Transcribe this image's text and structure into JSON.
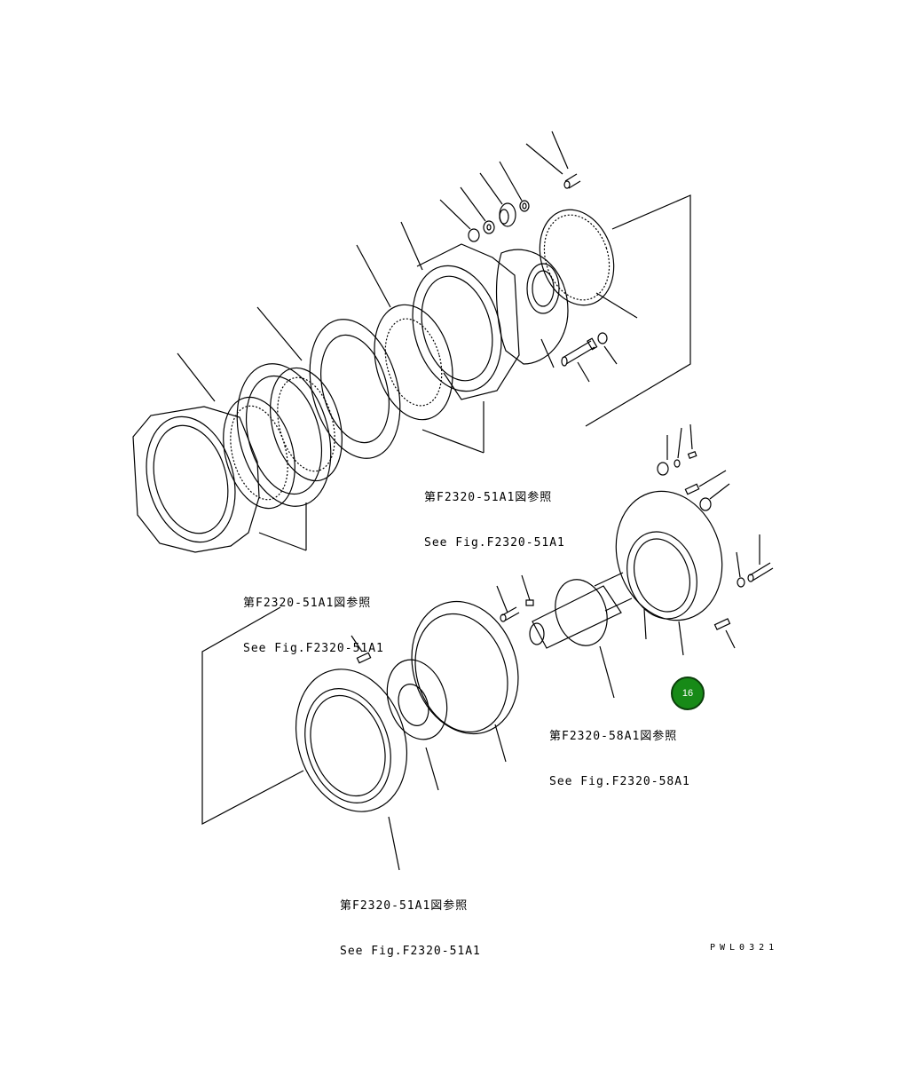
{
  "references": [
    {
      "jp": "第F2320-51A1図参照",
      "en": "See Fig.F2320-51A1"
    },
    {
      "jp": "第F2320-51A1図参照",
      "en": "See Fig.F2320-51A1"
    },
    {
      "jp": "第F2320-51A1図参照",
      "en": "See Fig.F2320-51A1"
    },
    {
      "jp": "第F2320-58A1図参照",
      "en": "See Fig.F2320-58A1"
    }
  ],
  "drawing_code": "PWL0321",
  "callout_badge": {
    "label": "16",
    "color": "#178a17"
  }
}
